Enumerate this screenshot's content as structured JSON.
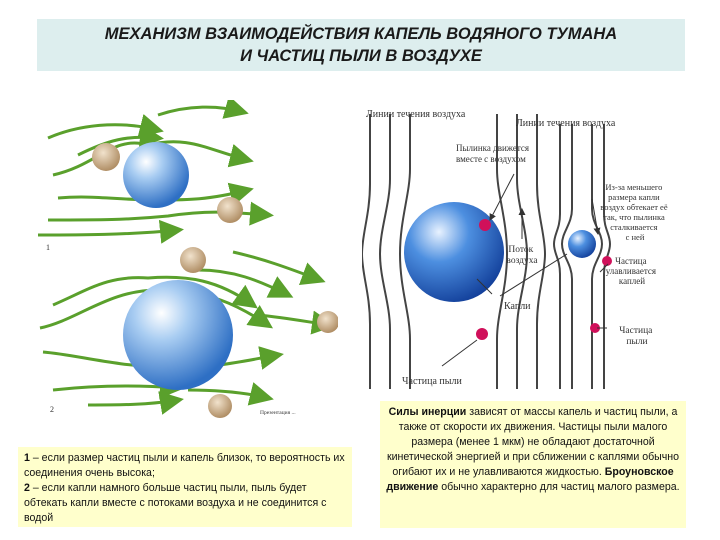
{
  "title": {
    "line1": "МЕХАНИЗМ ВЗАИМОДЕЙСТВИЯ КАПЕЛЬ ВОДЯНОГО ТУМАНА",
    "line2": "И ЧАСТИЦ ПЫЛИ В ВОЗДУХЕ"
  },
  "left_figure": {
    "marker1": "1",
    "marker2": "2",
    "watermark": "Презентация ..."
  },
  "right_figure": {
    "label_air_lines_1": "Линии течения воздуха",
    "label_air_lines_2": "Линии течения воздуха",
    "label_dust_moves_1": "Пылинка движется",
    "label_dust_moves_2": "вместе с воздухом",
    "label_small_drop": [
      "Из-за меньшего",
      "размера капли",
      "воздух обтекает её",
      "так, что пылинка",
      "сталкивается",
      "с ней"
    ],
    "label_flow_1": "Поток",
    "label_flow_2": "воздуха",
    "label_captured": [
      "Частица",
      "улавливается",
      "каплей"
    ],
    "label_drops": "Капли",
    "label_particle_right": [
      "Частица",
      "пыли"
    ],
    "label_particle_bottom": "Частица пыли"
  },
  "caption_left": {
    "p1_num": "1",
    "p1_text": " – если размер частиц пыли и капель близок, то вероятность их соединения очень высока;",
    "p2_num": "2",
    "p2_text": " – если капли намного больше частиц пыли, пыль будет обтекать капли вместе с потоками воздуха и не соединится с водой"
  },
  "caption_right": {
    "term1": "Силы инерции",
    "text1": " зависят от массы капель и частиц пыли, а также от скорости их движения. Частицы пыли малого размера (менее 1 мкм) не обладают достаточной кинетической энергией и при сближении с каплями обычно огибают их и не улавливаются жидкостью.",
    "term2": "Броуновское движение",
    "text2": " обычно характерно для частиц малого размера."
  },
  "colors": {
    "title_bg": "#ddeeee",
    "caption_bg": "#ffffcc",
    "flow_green": "#5aa02c",
    "drop_blue": "#3b7fd1",
    "dust_particle": "#c4a882",
    "dust_magenta": "#d0105a"
  }
}
